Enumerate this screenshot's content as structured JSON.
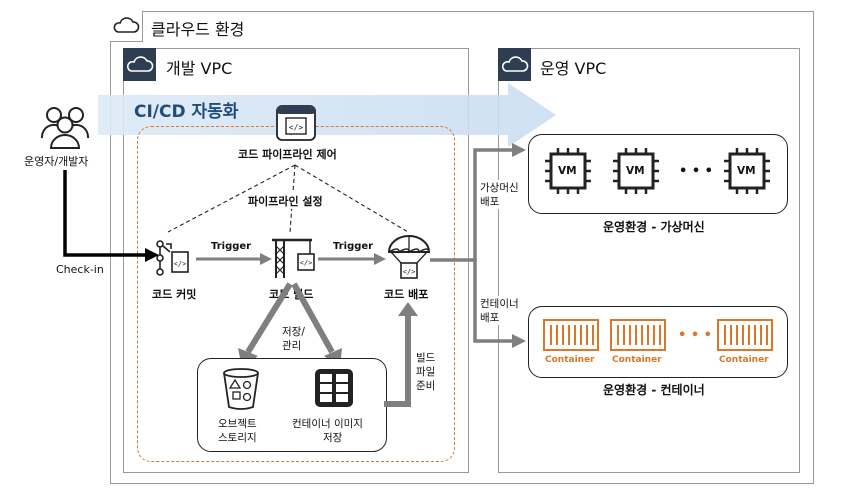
{
  "cloud_env": {
    "title": "클라우드 환경"
  },
  "dev_vpc": {
    "title": "개발 VPC"
  },
  "ops_vpc": {
    "title": "운영 VPC"
  },
  "cicd": {
    "title": "CI/CD 자동화"
  },
  "actor": {
    "label": "운영자/개발자"
  },
  "checkin": {
    "label": "Check-in"
  },
  "pipeline": {
    "control_label": "코드 파이프라인 제어",
    "settings_label": "파이프라인 설정",
    "commit_label": "코드 커밋",
    "build_label": "코드 빌드",
    "deploy_label": "코드 배포",
    "trigger1": "Trigger",
    "trigger2": "Trigger"
  },
  "storage": {
    "manage_label_1": "저장/",
    "manage_label_2": "관리",
    "object_label_1": "오브젝트",
    "object_label_2": "스토리지",
    "image_label_1": "컨테이너 이미지",
    "image_label_2": "저장",
    "prepare_label": [
      "빌드",
      "파일",
      "준비"
    ]
  },
  "vm_env": {
    "deploy_label_1": "가상머신",
    "deploy_label_2": "배포",
    "vm_labels": [
      "VM",
      "VM",
      "VM"
    ],
    "dots": "• • •",
    "title": "운영환경 - 가상머신"
  },
  "container_env": {
    "deploy_label_1": "컨테이너",
    "deploy_label_2": "배포",
    "container_labels": [
      "Container",
      "Container",
      "Container"
    ],
    "dots": "• • •",
    "title": "운영환경 - 컨테이너"
  },
  "colors": {
    "navy": "#2e3e52",
    "orange": "#d9772b",
    "arrow_gray": "#7f7f7f",
    "cicd_blue": "#1f4e79",
    "band_blue": "#dce9f6"
  }
}
